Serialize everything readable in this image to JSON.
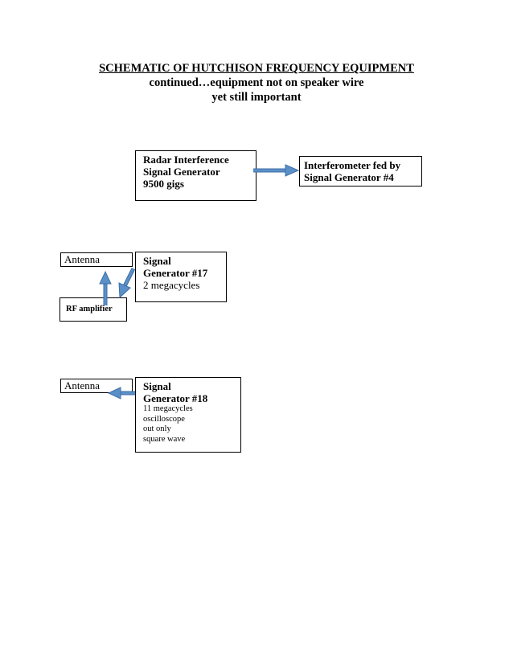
{
  "header": {
    "title": "SCHEMATIC OF HUTCHISON FREQUENCY EQUIPMENT",
    "subtitle_line1": "continued…equipment not on speaker wire",
    "subtitle_line2": "yet still important"
  },
  "boxes": {
    "radar": {
      "line1": "Radar Interference",
      "line2": "Signal Generator",
      "line3": "9500 gigs"
    },
    "interferometer": {
      "line1": "Interferometer fed by",
      "line2": "Signal Generator #4"
    },
    "antenna_top": {
      "label": "Antenna"
    },
    "sg17": {
      "line1": "Signal",
      "line2": "Generator #17",
      "line3": "2 megacycles"
    },
    "rf_amp": {
      "label": "RF amplifier"
    },
    "antenna_bottom": {
      "label": "Antenna"
    },
    "sg18": {
      "line1": "Signal",
      "line2": "Generator #18",
      "line3": "11 megacycles",
      "line4": "oscilloscope",
      "line5": "out only",
      "line6": "square wave"
    }
  },
  "colors": {
    "arrow": "#5b8fc8",
    "arrow_outline": "#3f6fa6"
  }
}
